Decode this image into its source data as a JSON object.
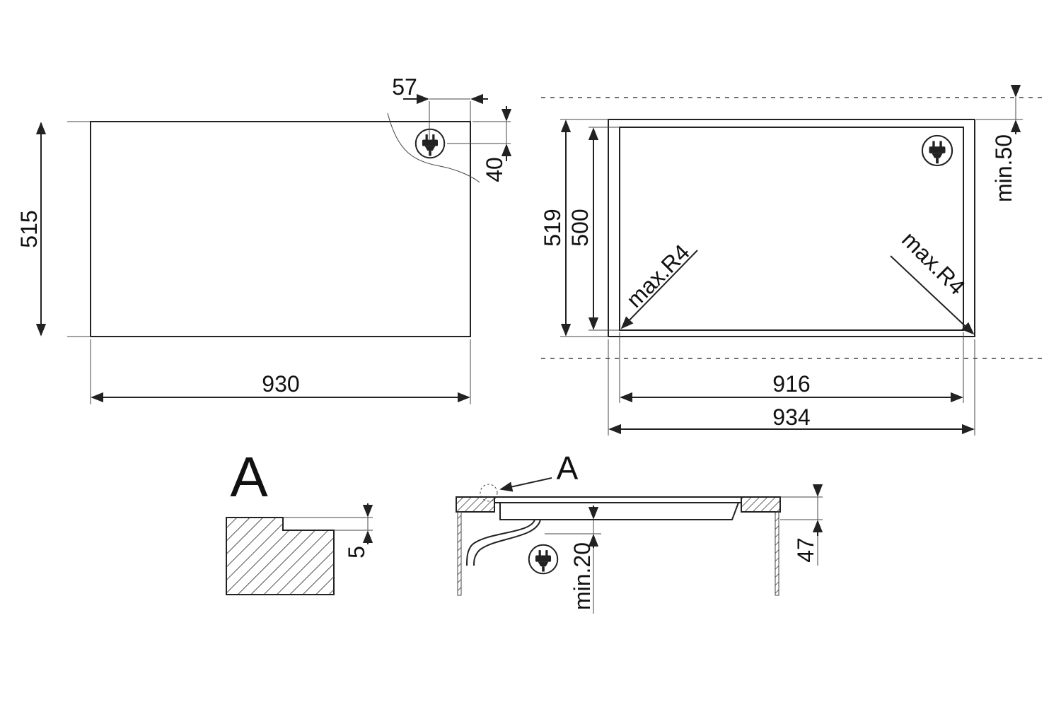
{
  "diagram": {
    "top_view": {
      "width": "930",
      "depth": "515",
      "plug_offset_x": "57",
      "plug_offset_y": "40"
    },
    "cutout_view": {
      "outer_depth": "519",
      "inner_depth": "500",
      "inner_width": "916",
      "outer_width": "934",
      "clearance": "min.50",
      "radius_left": "max.R4",
      "radius_right": "max.R4"
    },
    "detail": {
      "label": "A",
      "step_height": "5"
    },
    "section_view": {
      "callout_label": "A",
      "height": "47",
      "clearance": "min.20"
    },
    "icons": [
      "plug-icon"
    ]
  }
}
